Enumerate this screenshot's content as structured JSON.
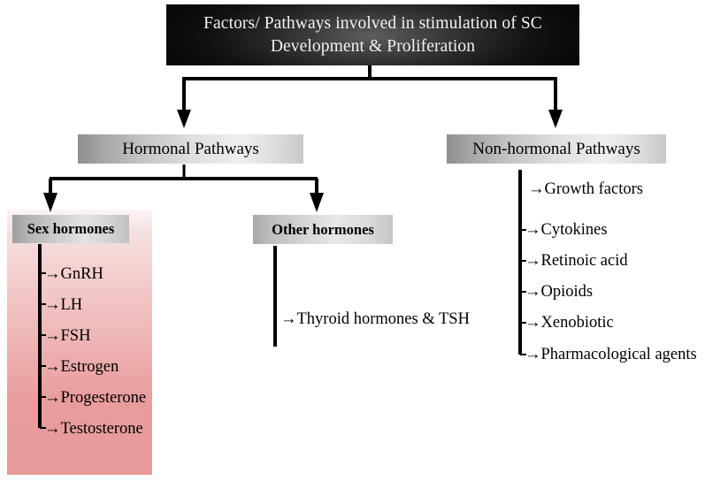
{
  "diagram": {
    "title": "Factors/ Pathways involved in stimulation of SC Development & Proliferation",
    "colors": {
      "title_box_dark": "#0a0a0a",
      "title_box_highlight": "#5d5d5d",
      "title_text": "#f2f2f2",
      "gray_box_light": "#efefef",
      "gray_box_dark": "#8e8e8e",
      "pink_panel_top": "#fdf4f4",
      "pink_panel_bottom": "#e89a9a",
      "line": "#000000",
      "page_background": "#ffffff"
    },
    "branches": {
      "hormonal": {
        "label": "Hormonal Pathways",
        "children": {
          "sex_hormones": {
            "label": "Sex hormones",
            "items": [
              "GnRH",
              "LH",
              "FSH",
              "Estrogen",
              "Progesterone",
              "Testosterone"
            ]
          },
          "other_hormones": {
            "label": "Other hormones",
            "items": [
              "Thyroid hormones & TSH"
            ]
          }
        }
      },
      "non_hormonal": {
        "label": "Non-hormonal Pathways",
        "items": [
          "Growth factors",
          "Cytokines",
          "Retinoic acid",
          "Opioids",
          "Xenobiotic",
          "Pharmacological agents"
        ]
      }
    },
    "arrow_glyph": "→"
  }
}
